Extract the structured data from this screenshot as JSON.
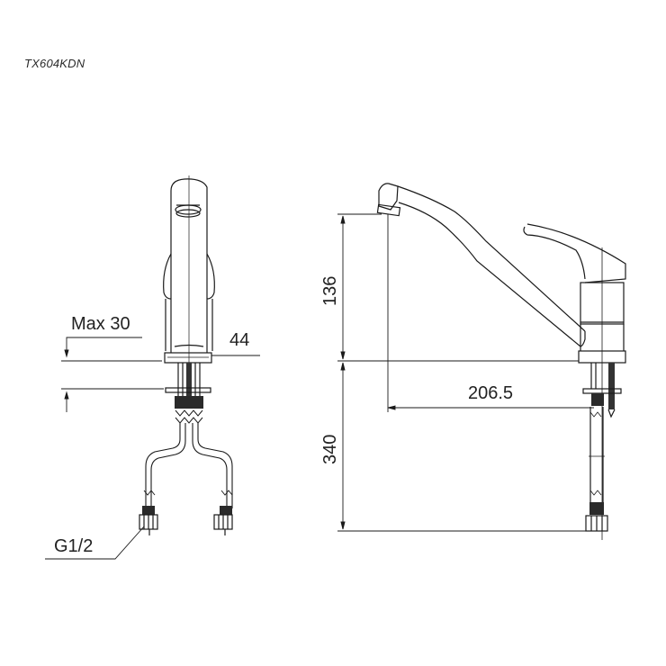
{
  "drawing": {
    "model_code": "TX604KDN",
    "front_view": {
      "labels": {
        "max_deck_thickness": "Max 30",
        "base_diameter": "44",
        "thread_size": "G1/2"
      }
    },
    "side_view": {
      "labels": {
        "spout_height": "136",
        "spout_reach": "206.5",
        "hose_length": "340"
      }
    },
    "line_color": "#1a1a1a",
    "background_color": "#ffffff"
  }
}
